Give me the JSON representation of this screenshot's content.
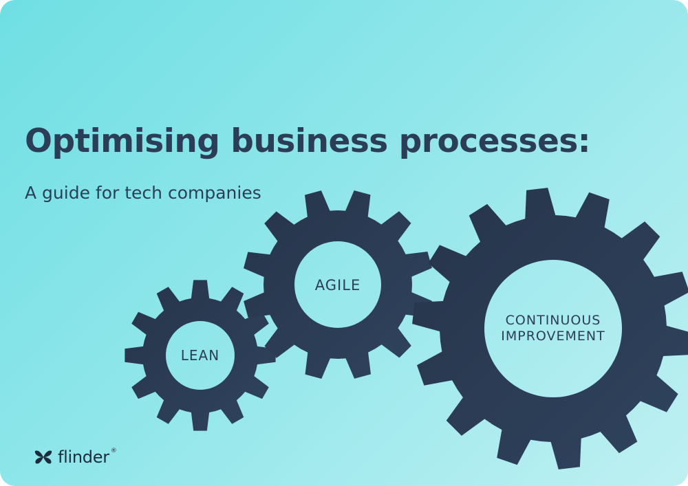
{
  "heading": "Optimising business processes:",
  "subheading": "A guide for tech companies",
  "gears": {
    "lean": "LEAN",
    "agile": "AGILE",
    "improvement_line1": "CONTINUOUS",
    "improvement_line2": "IMPROVEMENT"
  },
  "brand": {
    "name": "flinder",
    "mark": "®"
  },
  "colors": {
    "background_start": "#6fdfe3",
    "background_end": "#bff0f2",
    "gear": "#2a3a50",
    "text": "#2c3e57"
  }
}
